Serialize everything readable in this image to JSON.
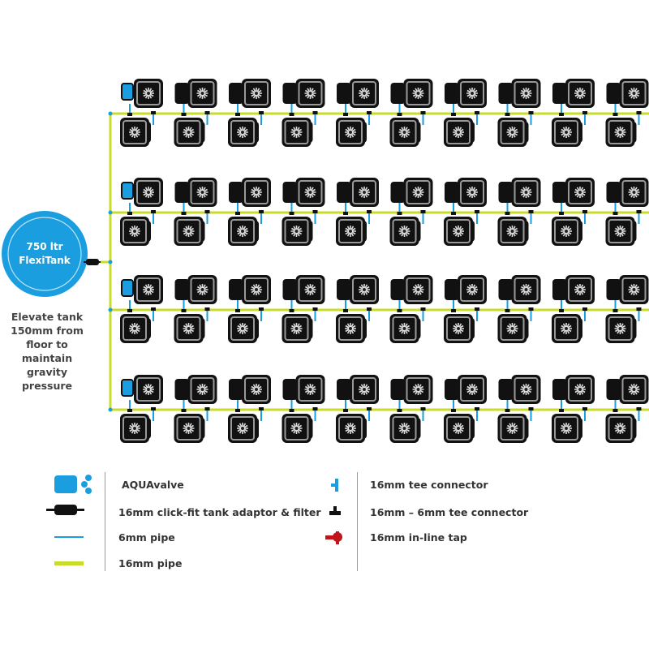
{
  "tank": {
    "line1": "750 ltr",
    "line2": "FlexiTank"
  },
  "tank_note": [
    "Elevate tank",
    "150mm from",
    "floor to maintain",
    "gravity pressure"
  ],
  "grid": {
    "groups": 4,
    "columns": 10
  },
  "colors": {
    "blue": "#1a9ee0",
    "pipe16": "#c9dc2a",
    "black": "#111111",
    "tap": "#c0161b"
  },
  "legend": {
    "left": [
      {
        "icon": "aquavalve-icon",
        "label": "AQUAvalve"
      },
      {
        "icon": "tank-adaptor-filter-icon",
        "label": "16mm click-fit tank adaptor & filter"
      },
      {
        "icon": "6mm-pipe-icon",
        "label": "6mm pipe"
      },
      {
        "icon": "16mm-pipe-icon",
        "label": "16mm pipe"
      }
    ],
    "right": [
      {
        "icon": "16mm-tee-connector-icon",
        "label": "16mm tee connector"
      },
      {
        "icon": "16mm-6mm-tee-connector-icon",
        "label": "16mm – 6mm tee connector"
      },
      {
        "icon": "inline-tap-icon",
        "label": "16mm in-line tap"
      }
    ]
  }
}
